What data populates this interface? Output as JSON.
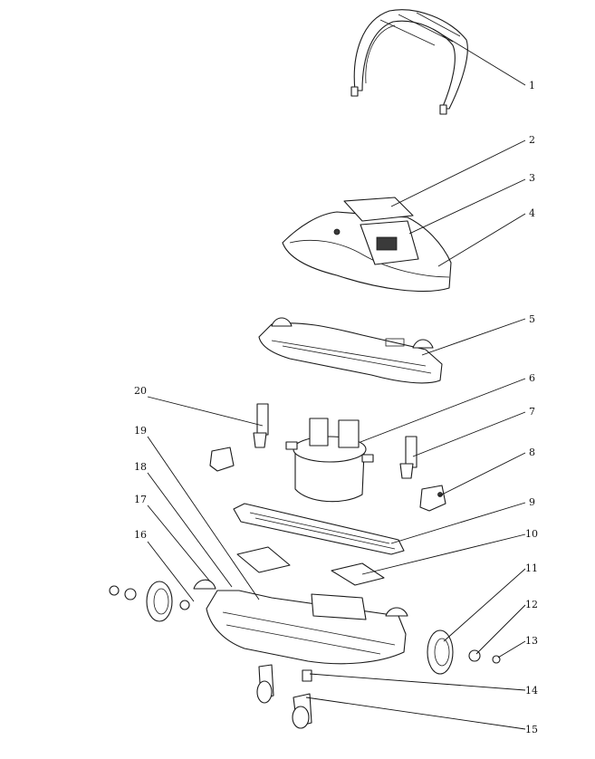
{
  "diagram": {
    "type": "exploded-parts-view",
    "callouts": [
      {
        "id": "callout-1",
        "label": "1"
      },
      {
        "id": "callout-2",
        "label": "2"
      },
      {
        "id": "callout-3",
        "label": "3"
      },
      {
        "id": "callout-4",
        "label": "4"
      },
      {
        "id": "callout-5",
        "label": "5"
      },
      {
        "id": "callout-6",
        "label": "6"
      },
      {
        "id": "callout-7",
        "label": "7"
      },
      {
        "id": "callout-8",
        "label": "8"
      },
      {
        "id": "callout-9",
        "label": "9"
      },
      {
        "id": "callout-10",
        "label": "10"
      },
      {
        "id": "callout-11",
        "label": "11"
      },
      {
        "id": "callout-12",
        "label": "12"
      },
      {
        "id": "callout-13",
        "label": "13"
      },
      {
        "id": "callout-14",
        "label": "14"
      },
      {
        "id": "callout-15",
        "label": "15"
      },
      {
        "id": "callout-16",
        "label": "16"
      },
      {
        "id": "callout-17",
        "label": "17"
      },
      {
        "id": "callout-18",
        "label": "18"
      },
      {
        "id": "callout-19",
        "label": "19"
      },
      {
        "id": "callout-20",
        "label": "20"
      }
    ]
  }
}
